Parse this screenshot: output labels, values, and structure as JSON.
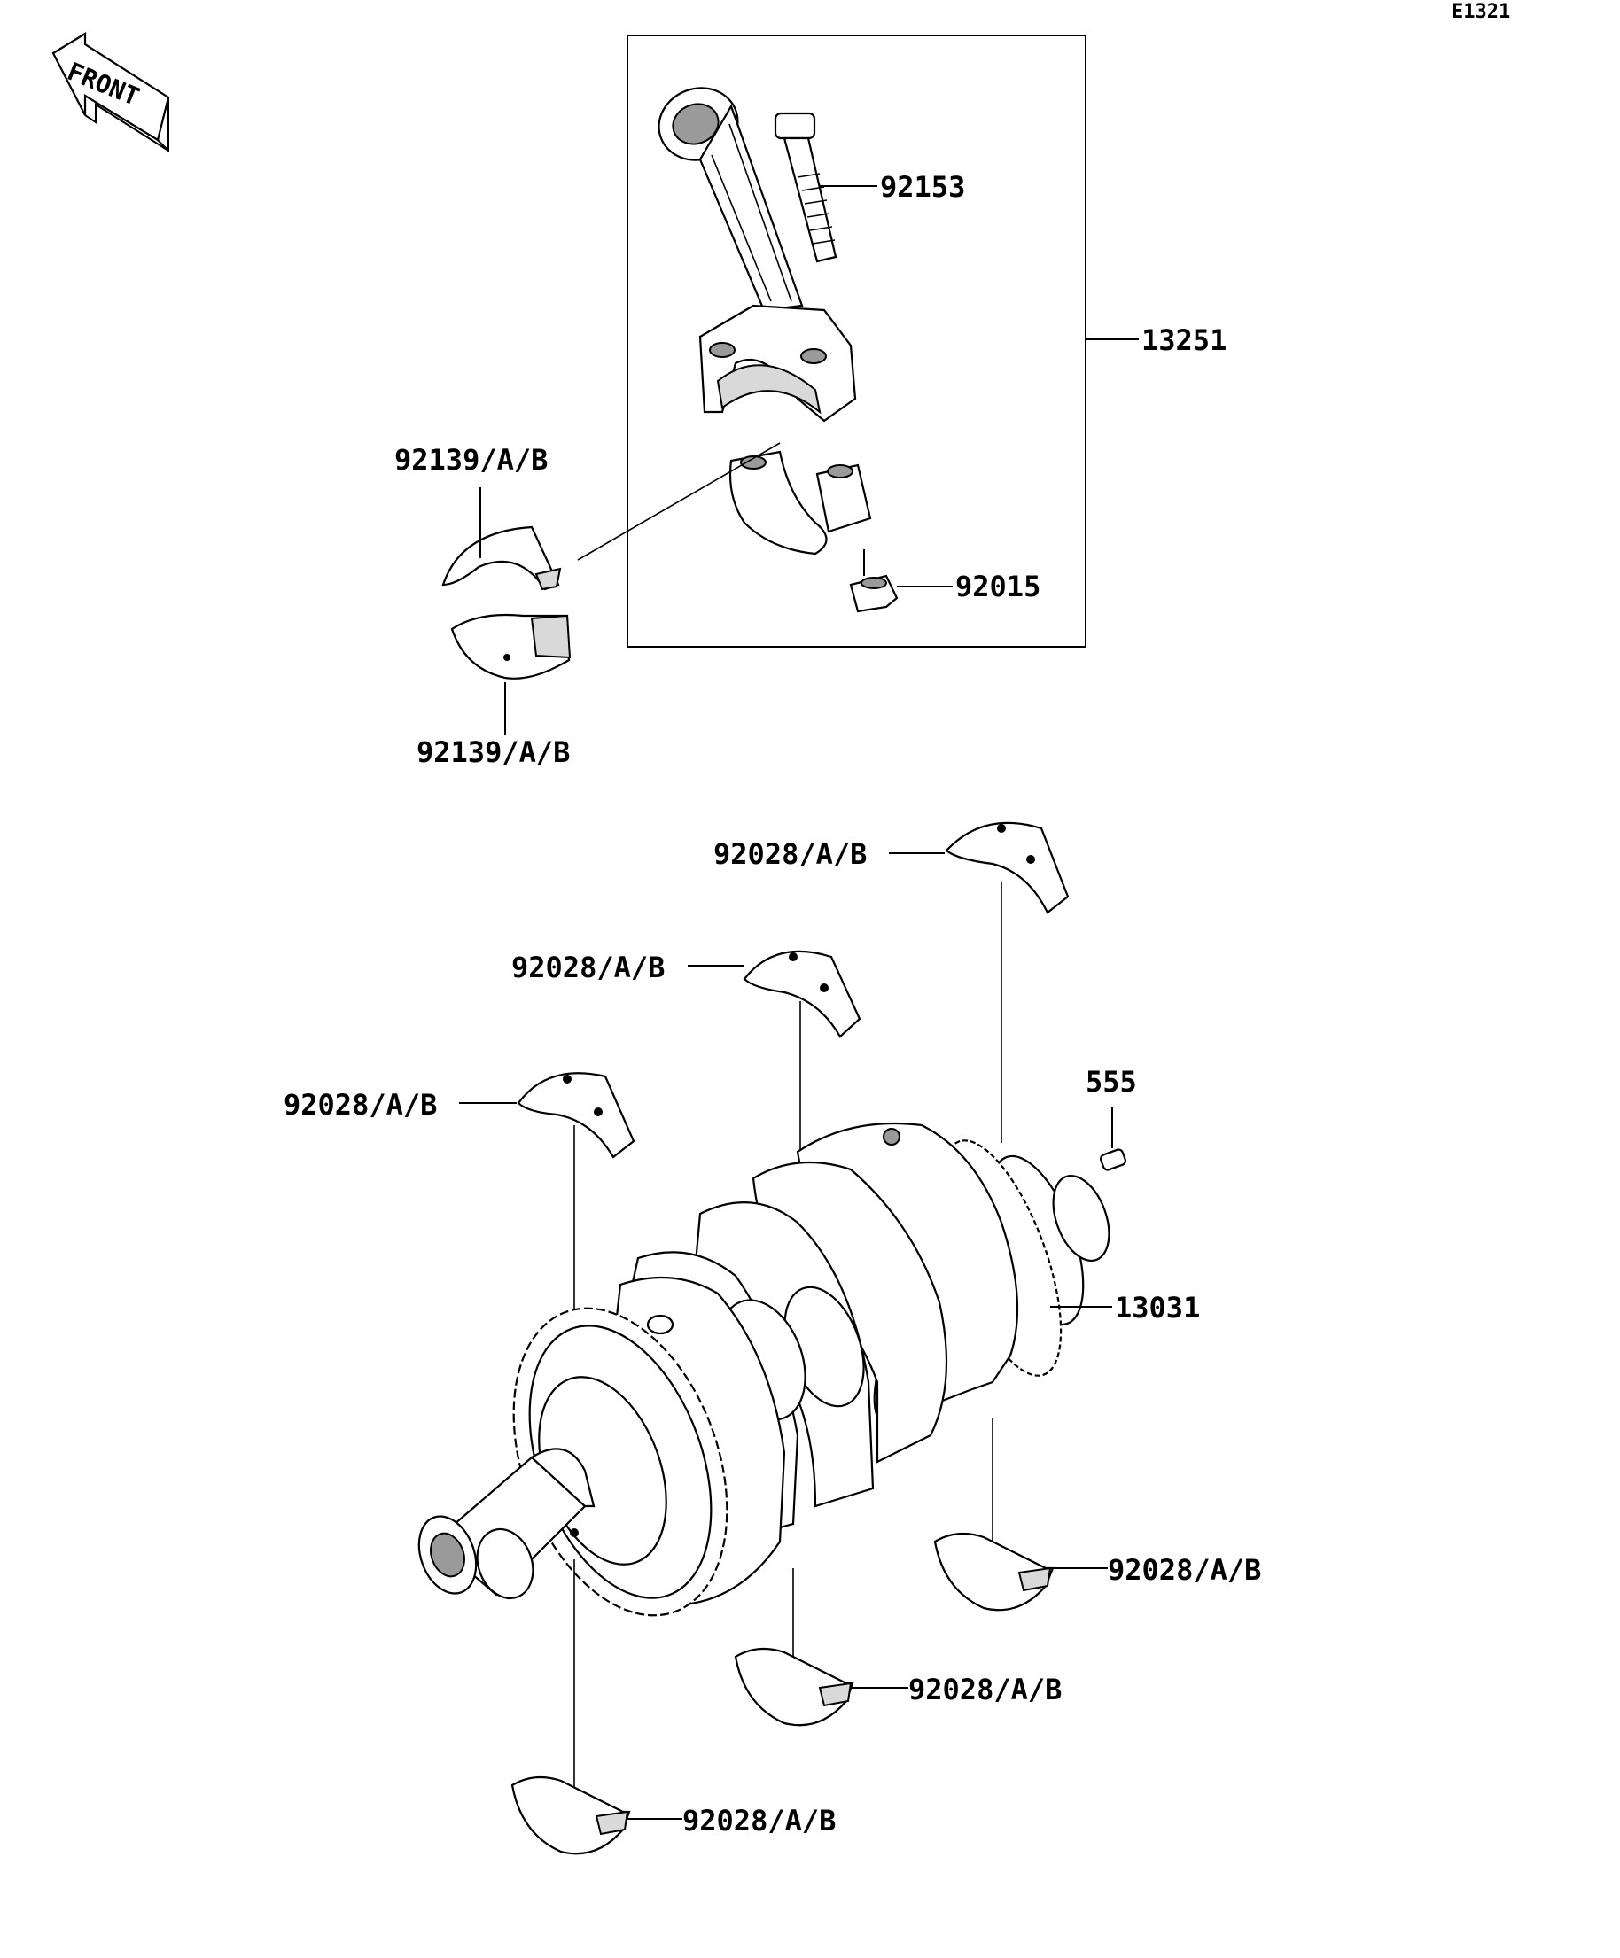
{
  "diagram_id": "E1321",
  "front_label": "FRONT",
  "callouts": {
    "bolt": "92153",
    "conrod_assembly": "13251",
    "conrod_bearing_upper": "92139/A/B",
    "conrod_bearing_lower": "92139/A/B",
    "nut": "92015",
    "main_bearing_1": "92028/A/B",
    "main_bearing_2": "92028/A/B",
    "main_bearing_3": "92028/A/B",
    "pin": "555",
    "crankshaft": "13031",
    "main_bearing_4": "92028/A/B",
    "main_bearing_5": "92028/A/B",
    "main_bearing_6": "92028/A/B"
  }
}
